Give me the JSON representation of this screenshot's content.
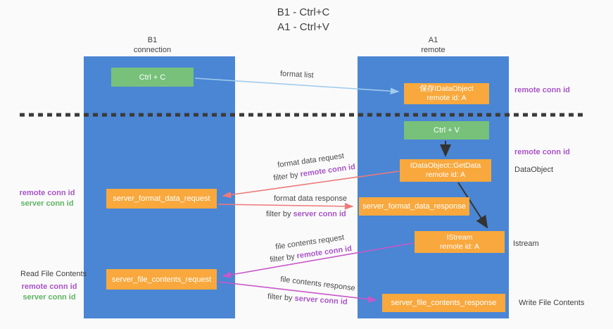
{
  "title": {
    "line1": "B1 - Ctrl+C",
    "line2": "A1 - Ctrl+V"
  },
  "lanes": {
    "left": {
      "name": "B1",
      "role": "connection"
    },
    "right": {
      "name": "A1",
      "role": "remote"
    }
  },
  "boxes": {
    "ctrl_c": "Ctrl + C",
    "save_idataobject": {
      "line1": "保存IDataObject",
      "line2": "remote id: A"
    },
    "ctrl_v": "Ctrl + V",
    "getdata": {
      "line1": "IDataObject::GetData",
      "line2": "remote id: A"
    },
    "server_format_data_request": "server_format_data_request",
    "server_format_data_response": "server_format_data_response",
    "istream": {
      "line1": "IStream",
      "line2": "remote id: A"
    },
    "server_file_contents_request": "server_file_contents_request",
    "server_file_contents_response": "server_file_contents_response"
  },
  "arrow_labels": {
    "format_list": "format list",
    "format_data_request": "format data request",
    "format_data_response": "format data response",
    "file_contents_request": "file contents request",
    "file_contents_response": "file contents response",
    "filter_by": "filter by",
    "remote_conn_id": "remote conn id",
    "server_conn_id": "server conn id"
  },
  "margin_labels": {
    "remote_conn_id": "remote conn id",
    "server_conn_id": "server conn id",
    "dataobject": "DataObject",
    "istream": "Istream",
    "read_file_contents": "Read File Contents",
    "write_file_contents": "Write File Contents"
  },
  "colors": {
    "background": "#fafafa",
    "lane_blue": "#4a86d4",
    "box_green": "#77c17a",
    "box_orange": "#f8a83d",
    "purple_text": "#a855c8",
    "green_text": "#5fb463",
    "salmon_arrow": "#ed7a7a",
    "magenta_arrow": "#c957c9",
    "light_blue_arrow": "#9fcbec",
    "black_arrow": "#333333",
    "dark_text": "#3f3f3f"
  }
}
